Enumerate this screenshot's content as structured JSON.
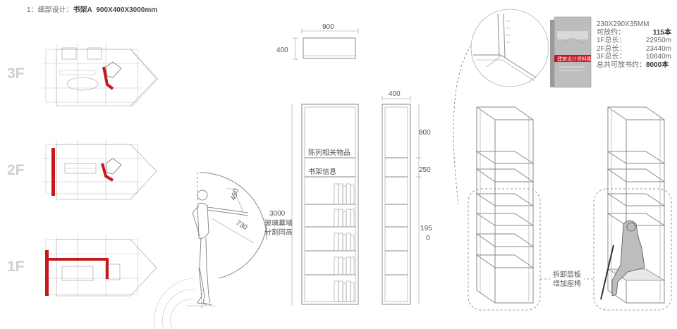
{
  "header": {
    "prefix": "1：细部设计：",
    "name": "书架A",
    "dims": "900X400X3000mm"
  },
  "floors": [
    "3F",
    "2F",
    "1F"
  ],
  "dimensions": {
    "top_width": "900",
    "top_depth": "400",
    "side_width": "400",
    "height": "3000",
    "glass_line1": "玻璃幕墙",
    "glass_line2": "分割同高",
    "seg_top": "800",
    "seg_mid": "250",
    "seg_bottom_a": "195",
    "seg_bottom_b": "0"
  },
  "arm_labels": {
    "reach_a": "450",
    "reach_b": "730"
  },
  "shelf_labels": {
    "display": "陈列相关物品",
    "info": "书架信息"
  },
  "book": {
    "cover_title": "建筑设计资料集",
    "size": "230X290X35MM",
    "capacity_label": "可放约：",
    "capacity_value": "115本",
    "floor_lengths": [
      {
        "label": "1F总长：",
        "value": "22950m"
      },
      {
        "label": "2F总长：",
        "value": "23440m"
      },
      {
        "label": "3F总长：",
        "value": "10840m"
      }
    ],
    "total_label": "总共可放书约：",
    "total_value": "8000本"
  },
  "note": {
    "line1": "拆卸层板",
    "line2": "增加座椅"
  },
  "colors": {
    "line": "#8a8a8a",
    "accent": "#c8161d",
    "light": "#cfcfcf"
  }
}
